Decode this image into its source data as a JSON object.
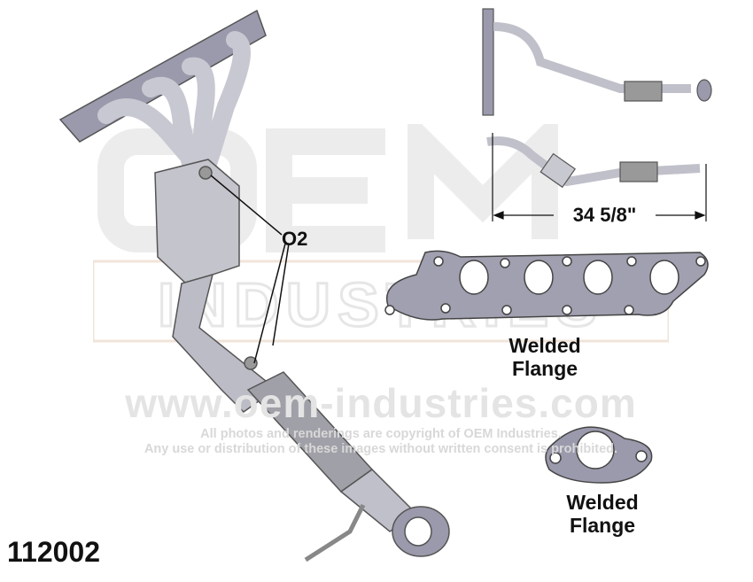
{
  "part_number": "112002",
  "callouts": {
    "o2_label": "O2",
    "length_dimension": "34 5/8\""
  },
  "flanges": [
    {
      "line1": "Welded",
      "line2": "Flange"
    },
    {
      "line1": "Welded",
      "line2": "Flange"
    }
  ],
  "watermark": {
    "logo_text": "OEM INDUSTRIES",
    "url": "www.oem-industries.com",
    "copyright_line1": "All photos and renderings are copyright of OEM Industries.",
    "copyright_line2": "Any use or distribution of these images without written consent is prohibited."
  },
  "colors": {
    "part_gray": "#b8b8c4",
    "flange_gray": "#9a9aa8",
    "watermark": "#e6e6e6"
  }
}
